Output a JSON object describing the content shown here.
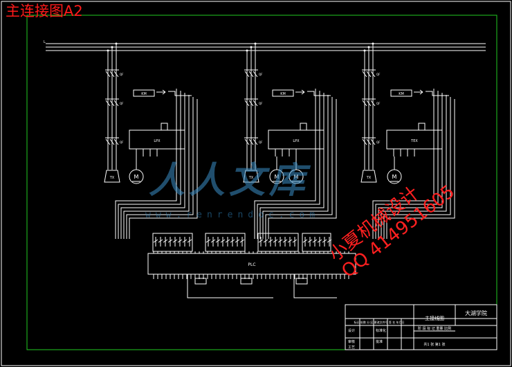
{
  "header": {
    "title": "主连接图A2"
  },
  "title_block": {
    "drawing_name": "主接线图",
    "school": "大湖学院",
    "scale_row": "阶 段 标 记 重量 比例",
    "sheet_info": "共1 张 第1 张",
    "header_row_left": "标记 处数 分 区 更改文件号 签 名 年月日",
    "designer": "设计",
    "standard": "标准化",
    "checker": "审核",
    "craft": "工艺",
    "approve": "批准"
  },
  "motor_units": [
    {
      "controller_label": "LPX",
      "motor_count": 1
    },
    {
      "controller_label": "LPX",
      "motor_count": 2
    },
    {
      "controller_label": "TEX",
      "motor_count": 1
    }
  ],
  "plc": {
    "label": "PLC"
  },
  "watermark": {
    "logo_text": "人人文库",
    "url_text": "www.renrendoc.com"
  },
  "seller_overlay": {
    "line1": "小夏机械设计",
    "line2": "QQ 414951605"
  },
  "colors": {
    "frame": "#22cc22",
    "lines": "#ffffff",
    "header": "#ff1a1a"
  }
}
